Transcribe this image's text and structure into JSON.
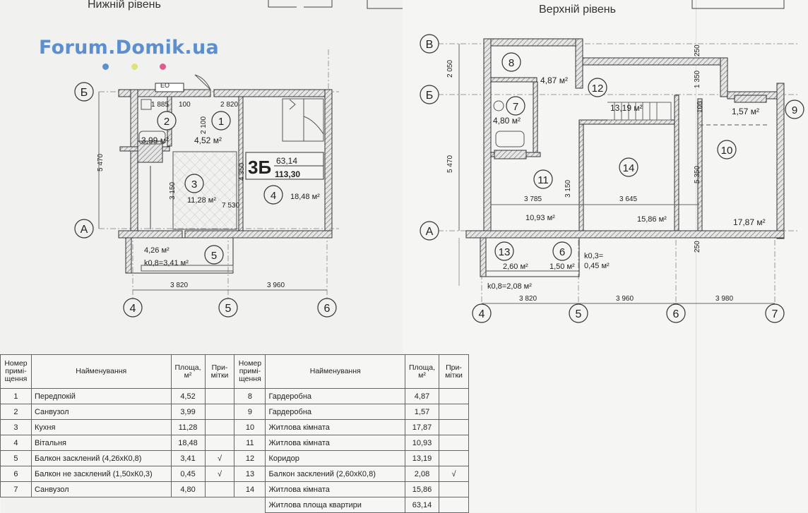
{
  "watermark": "Forum.Domik.ua",
  "watermark_dots": [
    "#5b8fd0",
    "#dfe27a",
    "#e05b8f"
  ],
  "lower": {
    "title": "Нижній рівень",
    "axes": {
      "B": "Б",
      "A": "А",
      "c4": "4",
      "c5": "5",
      "c6": "6"
    },
    "apt": "3Б",
    "apt_living": "63,14",
    "apt_total": "113,30",
    "eo": "ЕО",
    "dims": [
      "1 885",
      "100",
      "2 820",
      "2 100",
      "5 470",
      "4 350",
      "3 150",
      "7 530",
      "3 820",
      "3 960"
    ],
    "rooms": [
      {
        "num": "1",
        "area": "4,52 м²"
      },
      {
        "num": "2",
        "area": "3,99 м²"
      },
      {
        "num": "3",
        "area": "11,28 м²"
      },
      {
        "num": "4",
        "area": "18,48 м²"
      },
      {
        "num": "5",
        "area": "4,26 м²",
        "k": "k0,8=3,41 м²"
      }
    ]
  },
  "upper": {
    "title": "Верхній рівень",
    "axes": {
      "V": "В",
      "B": "Б",
      "A": "А",
      "c4": "4",
      "c5": "5",
      "c6": "6",
      "c7": "7"
    },
    "dims": [
      "2 050",
      "250",
      "1 350",
      "100",
      "5 470",
      "5 350",
      "3 150",
      "3 785",
      "3 645",
      "250",
      "3 820",
      "3 960",
      "3 980"
    ],
    "rooms": [
      {
        "num": "8"
      },
      {
        "num": "7",
        "area": "4,80 м²"
      },
      {
        "num": "12",
        "area": "13,19 м²"
      },
      {
        "num": "9",
        "area": "1,57 м²"
      },
      {
        "num": "10",
        "area": "17,87 м²"
      },
      {
        "num": "11",
        "area": "10,93 м²"
      },
      {
        "num": "14",
        "area": "15,86 м²"
      },
      {
        "num": "13",
        "area": "2,60 м²"
      },
      {
        "num": "6",
        "area": "1,50 м²"
      }
    ],
    "extra": {
      "r8_area": "4,87 м²",
      "k03": "k0,3=",
      "k03v": "0,45 м²",
      "k08": "k0,8=2,08 м²"
    }
  },
  "table": {
    "headers": {
      "num": "Номер примі-щення",
      "name": "Найменування",
      "area": "Площа, м²",
      "note": "При-мітки"
    },
    "rows": [
      {
        "l": [
          "1",
          "Передпокій",
          "4,52",
          ""
        ],
        "r": [
          "8",
          "Гардеробна",
          "4,87",
          ""
        ]
      },
      {
        "l": [
          "2",
          "Санвузол",
          "3,99",
          ""
        ],
        "r": [
          "9",
          "Гардеробна",
          "1,57",
          ""
        ]
      },
      {
        "l": [
          "3",
          "Кухня",
          "11,28",
          ""
        ],
        "r": [
          "10",
          "Житлова кімната",
          "17,87",
          ""
        ]
      },
      {
        "l": [
          "4",
          "Вітальня",
          "18,48",
          ""
        ],
        "r": [
          "11",
          "Житлова кімната",
          "10,93",
          ""
        ]
      },
      {
        "l": [
          "5",
          "Балкон засклений (4,26хК0,8)",
          "3,41",
          "√"
        ],
        "r": [
          "12",
          "Коридор",
          "13,19",
          ""
        ]
      },
      {
        "l": [
          "6",
          "Балкон не засклений (1,50хК0,3)",
          "0,45",
          "√"
        ],
        "r": [
          "13",
          "Балкон засклений (2,60хК0,8)",
          "2,08",
          "√"
        ]
      },
      {
        "l": [
          "7",
          "Санвузол",
          "4,80",
          ""
        ],
        "r": [
          "14",
          "Житлова кімната",
          "15,86",
          ""
        ]
      }
    ],
    "footer": {
      "label": "Житлова площа квартири",
      "value": "63,14"
    }
  }
}
